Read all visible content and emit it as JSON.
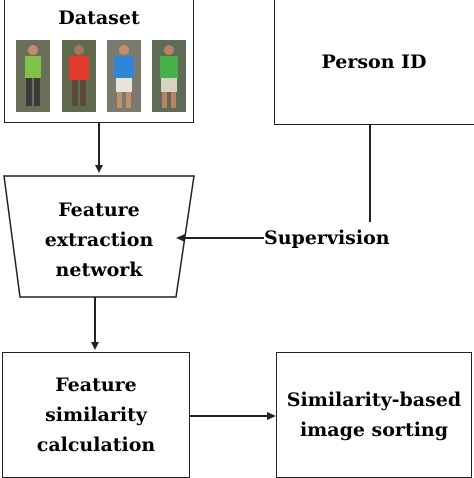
{
  "dataset": {
    "title": "Dataset",
    "images": [
      {
        "shirt": "#7fc24a",
        "pants": "#3a3a3a",
        "bg": "#6b6f5a"
      },
      {
        "shirt": "#e23a2a",
        "pants": "#5a4a3a",
        "bg": "#5f6a4f"
      },
      {
        "shirt": "#2f86d6",
        "pants": "#e8e4d8",
        "bg": "#7a7a70"
      },
      {
        "shirt": "#46b04a",
        "pants": "#d8d2c0",
        "bg": "#5e6b57"
      }
    ]
  },
  "person_id": {
    "label": "Person ID"
  },
  "feature_extraction": {
    "line1": "Feature",
    "line2": "extraction",
    "line3": "network"
  },
  "supervision": {
    "label": "Supervision"
  },
  "feature_similarity": {
    "line1": "Feature",
    "line2": "similarity",
    "line3": "calculation"
  },
  "image_sorting": {
    "line1": "Similarity-based",
    "line2": "image sorting"
  },
  "colors": {
    "stroke": "#222222",
    "background": "#ffffff"
  }
}
